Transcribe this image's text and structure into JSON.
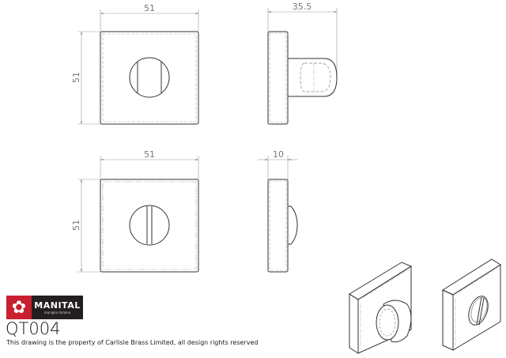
{
  "drawing": {
    "top_front": {
      "width_dim": "51",
      "height_dim": "51"
    },
    "top_side": {
      "depth_dim": "35.5"
    },
    "bottom_front": {
      "width_dim": "51",
      "height_dim": "51"
    },
    "bottom_side": {
      "depth_dim": "10"
    }
  },
  "logo": {
    "brand": "MANITAL",
    "tagline": "maniglie italiane",
    "colors": {
      "red": "#c8202f",
      "dark": "#231f20"
    }
  },
  "product_code": "QT004",
  "disclaimer": "This drawing is the property of Carlisle Brass Limited, all design rights reserved"
}
